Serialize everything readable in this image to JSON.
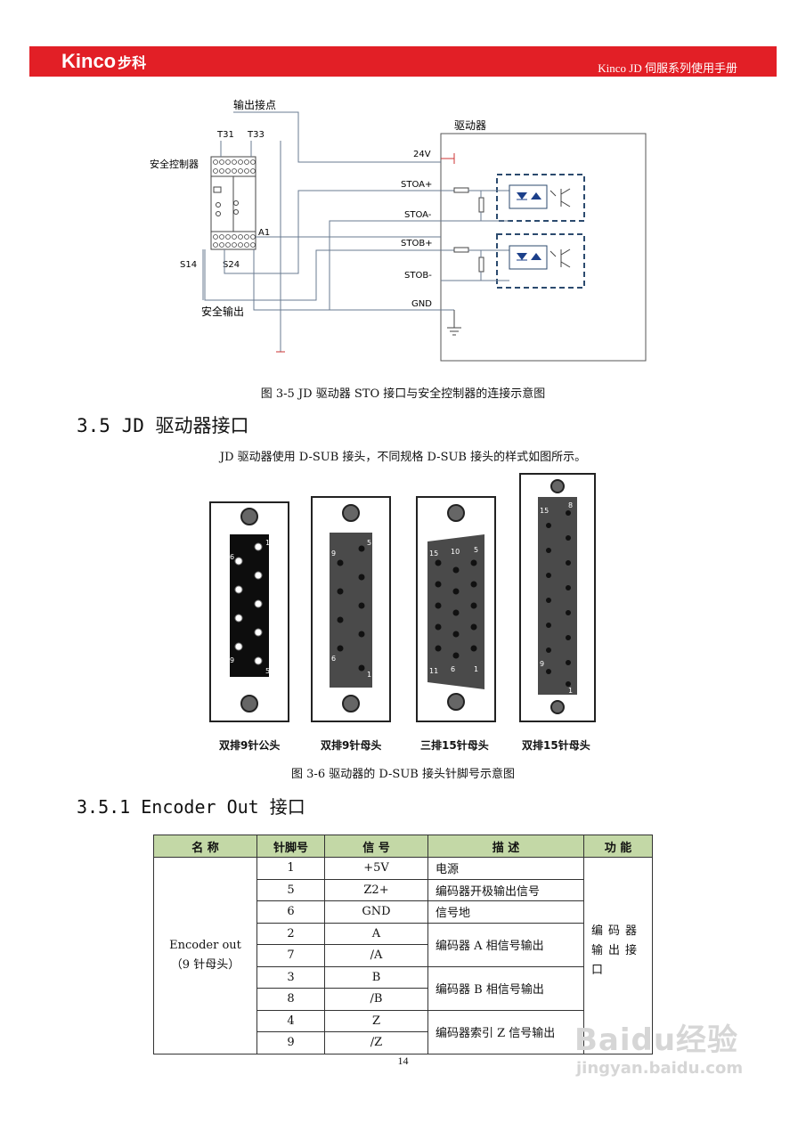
{
  "header": {
    "brand": "Kinco",
    "brand_cn": "步科",
    "manual_title": "Kinco JD 伺服系列使用手册"
  },
  "figure_35": {
    "labels": {
      "output_contact": "输出接点",
      "driver": "驱动器",
      "safety_controller": "安全控制器",
      "t31": "T31",
      "t33": "T33",
      "a1": "A1",
      "s14": "S14",
      "s24": "S24",
      "safety_output": "安全输出",
      "v24": "24V",
      "stoa_p": "STOA+",
      "stoa_m": "STOA-",
      "stob_p": "STOB+",
      "stob_m": "STOB-",
      "gnd": "GND"
    },
    "caption": "图 3-5  JD 驱动器 STO 接口与安全控制器的连接示意图"
  },
  "section_35": {
    "title": "3.5 JD 驱动器接口",
    "intro": "JD 驱动器使用 D-SUB 接头，不同规格 D-SUB 接头的样式如图所示。"
  },
  "figure_36": {
    "connectors": [
      "双排9针公头",
      "双排9针母头",
      "三排15针母头",
      "双排15针母头"
    ],
    "pins": {
      "c1": [
        "1",
        "6",
        "9",
        "5"
      ],
      "c2": [
        "5",
        "9",
        "6",
        "1"
      ],
      "c3": [
        "5",
        "10",
        "15",
        "11",
        "6",
        "1"
      ],
      "c4": [
        "8",
        "15",
        "9",
        "1"
      ]
    },
    "caption": "图 3-6  驱动器的 D-SUB 接头针脚号示意图"
  },
  "section_351": {
    "title": "3.5.1   Encoder Out 接口"
  },
  "pin_table": {
    "headers": [
      "名    称",
      "针脚号",
      "信    号",
      "描    述",
      "功 能"
    ],
    "name_line1": "Encoder out",
    "name_line2": "（9 针母头）",
    "function": "编码器输出接口",
    "rows": [
      {
        "pin": "1",
        "signal": "+5V",
        "desc": "电源"
      },
      {
        "pin": "5",
        "signal": "Z2+",
        "desc": "编码器开极输出信号"
      },
      {
        "pin": "6",
        "signal": "GND",
        "desc": "信号地"
      },
      {
        "pin": "2",
        "signal": "A",
        "desc": "编码器 A 相信号输出"
      },
      {
        "pin": "7",
        "signal": "/A"
      },
      {
        "pin": "3",
        "signal": "B",
        "desc": "编码器 B 相信号输出"
      },
      {
        "pin": "8",
        "signal": "/B"
      },
      {
        "pin": "4",
        "signal": "Z",
        "desc": "编码器索引 Z 信号输出"
      },
      {
        "pin": "9",
        "signal": "/Z"
      }
    ]
  },
  "page_number": "14",
  "watermark": {
    "line1": "Baidu经验",
    "line2": "jingyan.baidu.com"
  }
}
